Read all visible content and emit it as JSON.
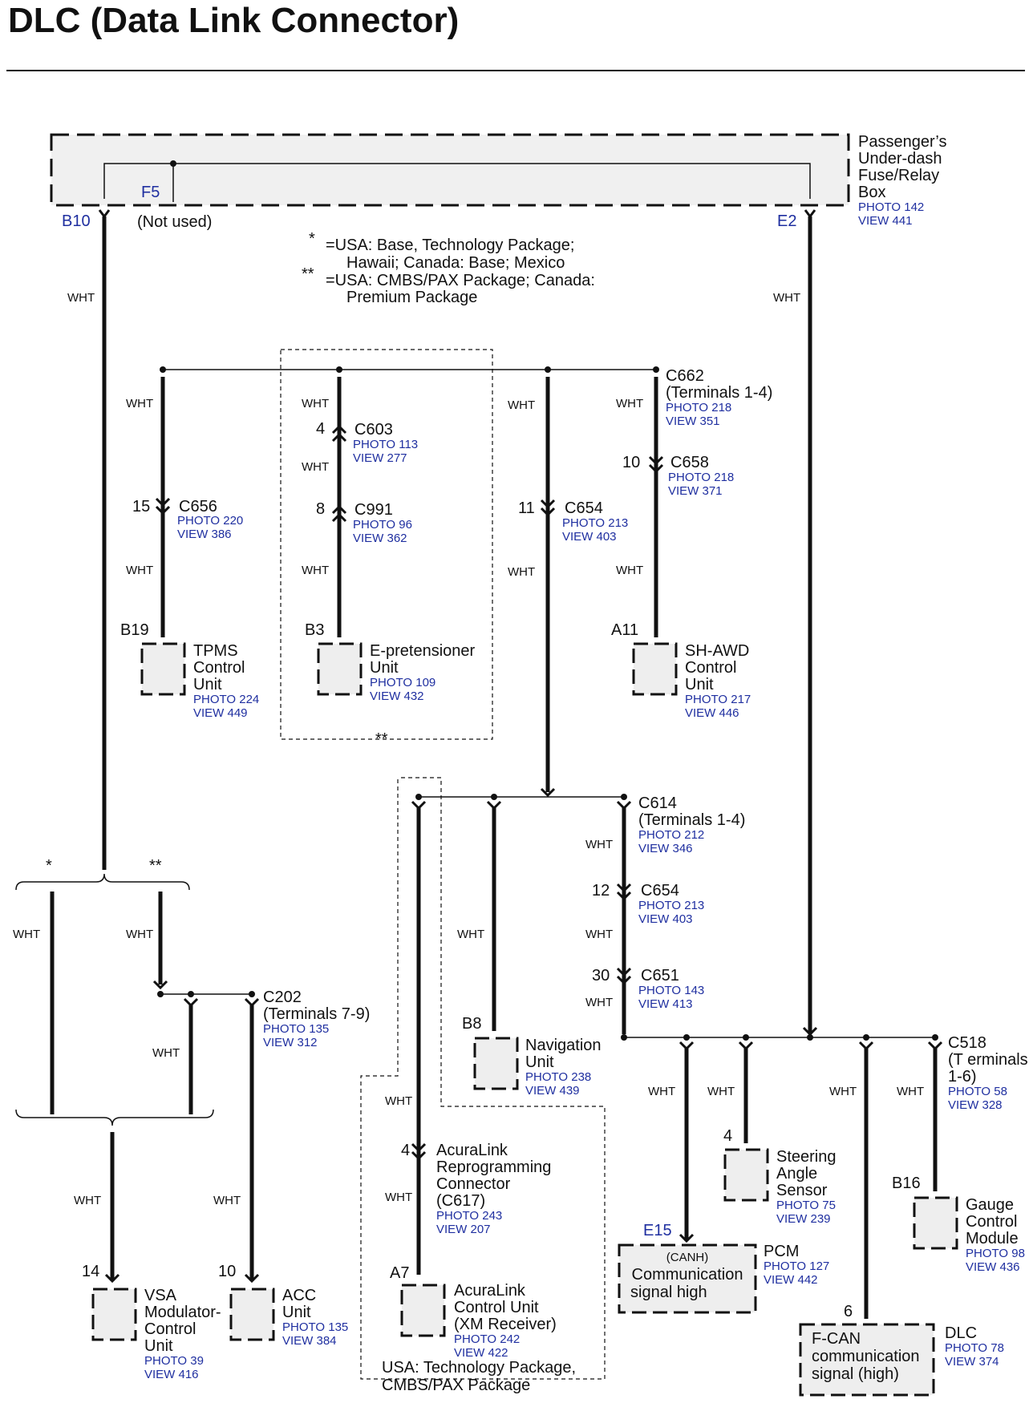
{
  "title": "DLC (Data Link Connector)",
  "fuse_box": {
    "name_lines": [
      "Passenger’s",
      "Under-dash",
      "Fuse/Relay",
      "Box"
    ],
    "photo": "PHOTO 142",
    "view": "VIEW 441",
    "fuse": "F5",
    "pin_left": "B10",
    "pin_right": "E2",
    "not_used": "(Not used)"
  },
  "legend": {
    "mark1": "*",
    "line1a": "=USA: Base, Technology Package;",
    "line1b": "Hawaii; Canada: Base; Mexico",
    "mark2": "**",
    "line2a": "=USA: CMBS/PAX Package; Canada:",
    "line2b": "Premium Package"
  },
  "wire_color": "WHT",
  "connectors": {
    "c662": {
      "name": "C662",
      "sub": "(Terminals 1-4)",
      "photo": "PHOTO 218",
      "view": "VIEW 351"
    },
    "c603": {
      "pin": "4",
      "name": "C603",
      "photo": "PHOTO 113",
      "view": "VIEW 277"
    },
    "c656": {
      "pin": "15",
      "name": "C656",
      "photo": "PHOTO 220",
      "view": "VIEW 386"
    },
    "c991": {
      "pin": "8",
      "name": "C991",
      "photo": "PHOTO 96",
      "view": "VIEW 362"
    },
    "c654a": {
      "pin": "11",
      "name": "C654",
      "photo": "PHOTO 213",
      "view": "VIEW 403"
    },
    "c658": {
      "pin": "10",
      "name": "C658",
      "photo": "PHOTO 218",
      "view": "VIEW 371"
    },
    "c614": {
      "name": "C614",
      "sub": "(Terminals 1-4)",
      "photo": "PHOTO 212",
      "view": "VIEW 346"
    },
    "c654b": {
      "pin": "12",
      "name": "C654",
      "photo": "PHOTO 213",
      "view": "VIEW 403"
    },
    "c651": {
      "pin": "30",
      "name": "C651",
      "photo": "PHOTO 143",
      "view": "VIEW 413"
    },
    "c202": {
      "name": "C202",
      "sub": "(Terminals 7-9)",
      "photo": "PHOTO 135",
      "view": "VIEW 312"
    },
    "c518": {
      "name": "C518",
      "sub1": "(T erminals",
      "sub2": "1-6)",
      "photo": "PHOTO 58",
      "view": "VIEW 328"
    },
    "c617": {
      "pin": "4",
      "lines": [
        "AcuraLink",
        "Reprogramming",
        "Connector",
        "(C617)"
      ],
      "photo": "PHOTO 243",
      "view": "VIEW 207"
    }
  },
  "components": {
    "tpms": {
      "pin": "B19",
      "lines": [
        "TPMS",
        "Control",
        "Unit"
      ],
      "photo": "PHOTO 224",
      "view": "VIEW 449"
    },
    "epret": {
      "pin": "B3",
      "lines": [
        "E-pretensioner",
        "Unit"
      ],
      "photo": "PHOTO 109",
      "view": "VIEW 432"
    },
    "shawd": {
      "pin": "A11",
      "lines": [
        "SH-AWD",
        "Control",
        "Unit"
      ],
      "photo": "PHOTO 217",
      "view": "VIEW 446"
    },
    "nav": {
      "pin": "B8",
      "lines": [
        "Navigation",
        "Unit"
      ],
      "photo": "PHOTO 238",
      "view": "VIEW 439"
    },
    "steer": {
      "pin": "4",
      "lines": [
        "Steering",
        "Angle",
        "Sensor"
      ],
      "photo": "PHOTO 75",
      "view": "VIEW 239"
    },
    "gauge": {
      "pin": "B16",
      "lines": [
        "Gauge",
        "Control",
        "Module"
      ],
      "photo": "PHOTO 98",
      "view": "VIEW 436"
    },
    "pcm": {
      "pin": "E15",
      "name": "PCM",
      "inner0": "(CANH)",
      "inner1": "Communication",
      "inner2": "signal high",
      "photo": "PHOTO 127",
      "view": "VIEW 442"
    },
    "dlc": {
      "pin": "6",
      "name": "DLC",
      "inner1": "F-CAN",
      "inner2": "communication",
      "inner3": "signal (high)",
      "photo": "PHOTO 78",
      "view": "VIEW 374"
    },
    "vsa": {
      "pin": "14",
      "lines": [
        "VSA",
        "Modulator-",
        "Control",
        "Unit"
      ],
      "photo": "PHOTO 39",
      "view": "VIEW 416"
    },
    "acc": {
      "pin": "10",
      "lines": [
        "ACC",
        "Unit"
      ],
      "photo": "PHOTO 135",
      "view": "VIEW 384"
    },
    "acuralink": {
      "pin": "A7",
      "lines": [
        "AcuraLink",
        "Control Unit",
        "(XM Receiver)"
      ],
      "photo": "PHOTO 242",
      "view": "VIEW 422"
    }
  },
  "area_note": {
    "mark": "**",
    "line1": "USA: Technology Package,",
    "line2": "CMBS/PAX Package"
  },
  "branch_marks": {
    "left": "*",
    "right": "**"
  }
}
